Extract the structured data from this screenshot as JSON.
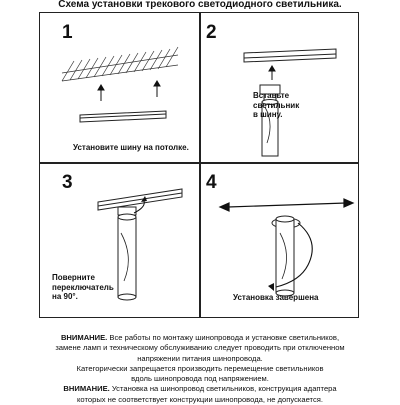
{
  "title": "Схема установки трекового светодиодного светильника.",
  "steps": [
    {
      "number": "1",
      "caption": "Установите шину на потолке."
    },
    {
      "number": "2",
      "caption_lines": [
        "Вставьте",
        "светильник",
        "в шину."
      ]
    },
    {
      "number": "3",
      "caption_lines": [
        "Поверните",
        "переключатель",
        "на 90°."
      ]
    },
    {
      "number": "4",
      "caption": "Установка завершена"
    }
  ],
  "notes": {
    "warning_label": "ВНИМАНИЕ.",
    "paragraph1_line1": " Все работы по монтажу шинопровода и установке светильников,",
    "paragraph1_line2": "замене ламп и техническому обслуживанию следует проводить при отключенном",
    "paragraph1_line3": "напряжении питания шинопровода.",
    "paragraph2_line1": "Категорически запрещается производить перемещение светильников",
    "paragraph2_line2": "вдоль шинопровода под напряжением.",
    "warning_label2": "ВНИМАНИЕ.",
    "paragraph3_line1": " Установка на шинопровод светильников, конструкция адаптера",
    "paragraph3_line2": "которых не соответствует конструкции шинопровода, не допускается."
  }
}
